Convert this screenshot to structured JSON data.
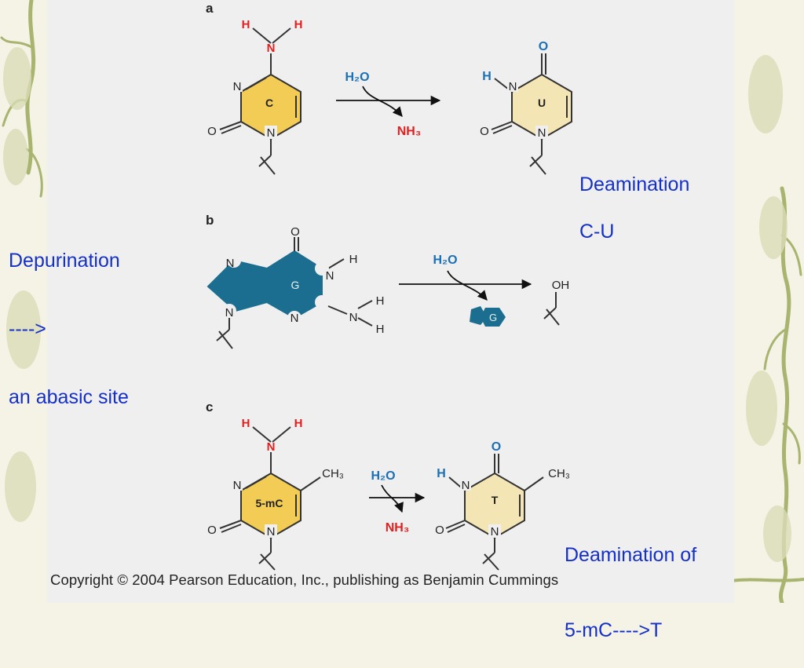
{
  "panel_letters": {
    "a": "a",
    "b": "b",
    "c": "c"
  },
  "chem": {
    "H": "H",
    "N": "N",
    "O": "O",
    "OH": "OH",
    "H2O": "H₂O",
    "NH3": "NH₃",
    "CH3": "CH₃",
    "base_C": "C",
    "base_U": "U",
    "base_G": "G",
    "base_5mC": "5-mC",
    "base_T": "T"
  },
  "labels": {
    "deamination_cu_line1": "Deamination",
    "deamination_cu_line2": "C-U",
    "depurination_line1": "Depurination",
    "depurination_line2": "---->",
    "depurination_line3": "an abasic site",
    "deamination_5mc_line1": "Deamination of",
    "deamination_5mc_line2": "5-mC---->T"
  },
  "copyright": "Copyright © 2004 Pearson Education, Inc., publishing as Benjamin Cummings",
  "colors": {
    "label_blue": "#1530c8",
    "cytosine_yellow": "#f2cc55",
    "uracil_beige": "#f3e5b4",
    "guanine_teal": "#1b6e90",
    "red_atom": "#e02020",
    "blue_atom": "#1a6fb5",
    "vine_green": "#a7b26c"
  }
}
